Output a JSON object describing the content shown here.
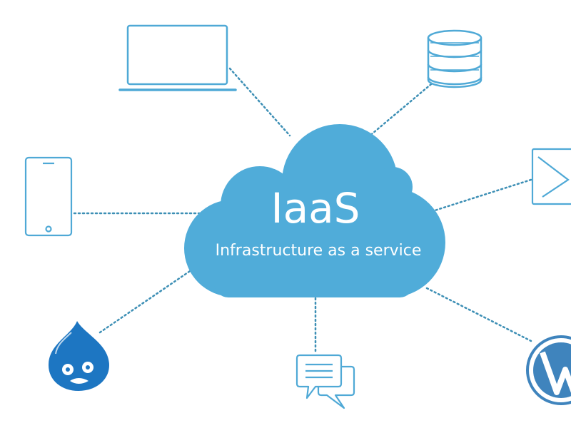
{
  "cloud": {
    "title": "IaaS",
    "subtitle": "Infrastructure as a service"
  },
  "colors": {
    "accent": "#50acd9",
    "icon_stroke": "#4fa9d6",
    "connector": "#3d8fb5",
    "drupal_blue": "#1d76c2",
    "wordpress_blue": "#3f84bd"
  },
  "nodes": [
    {
      "icon": "laptop-icon"
    },
    {
      "icon": "database-icon"
    },
    {
      "icon": "smartphone-icon"
    },
    {
      "icon": "email-icon"
    },
    {
      "icon": "drupal-logo"
    },
    {
      "icon": "chat-icon"
    },
    {
      "icon": "wordpress-logo"
    }
  ]
}
